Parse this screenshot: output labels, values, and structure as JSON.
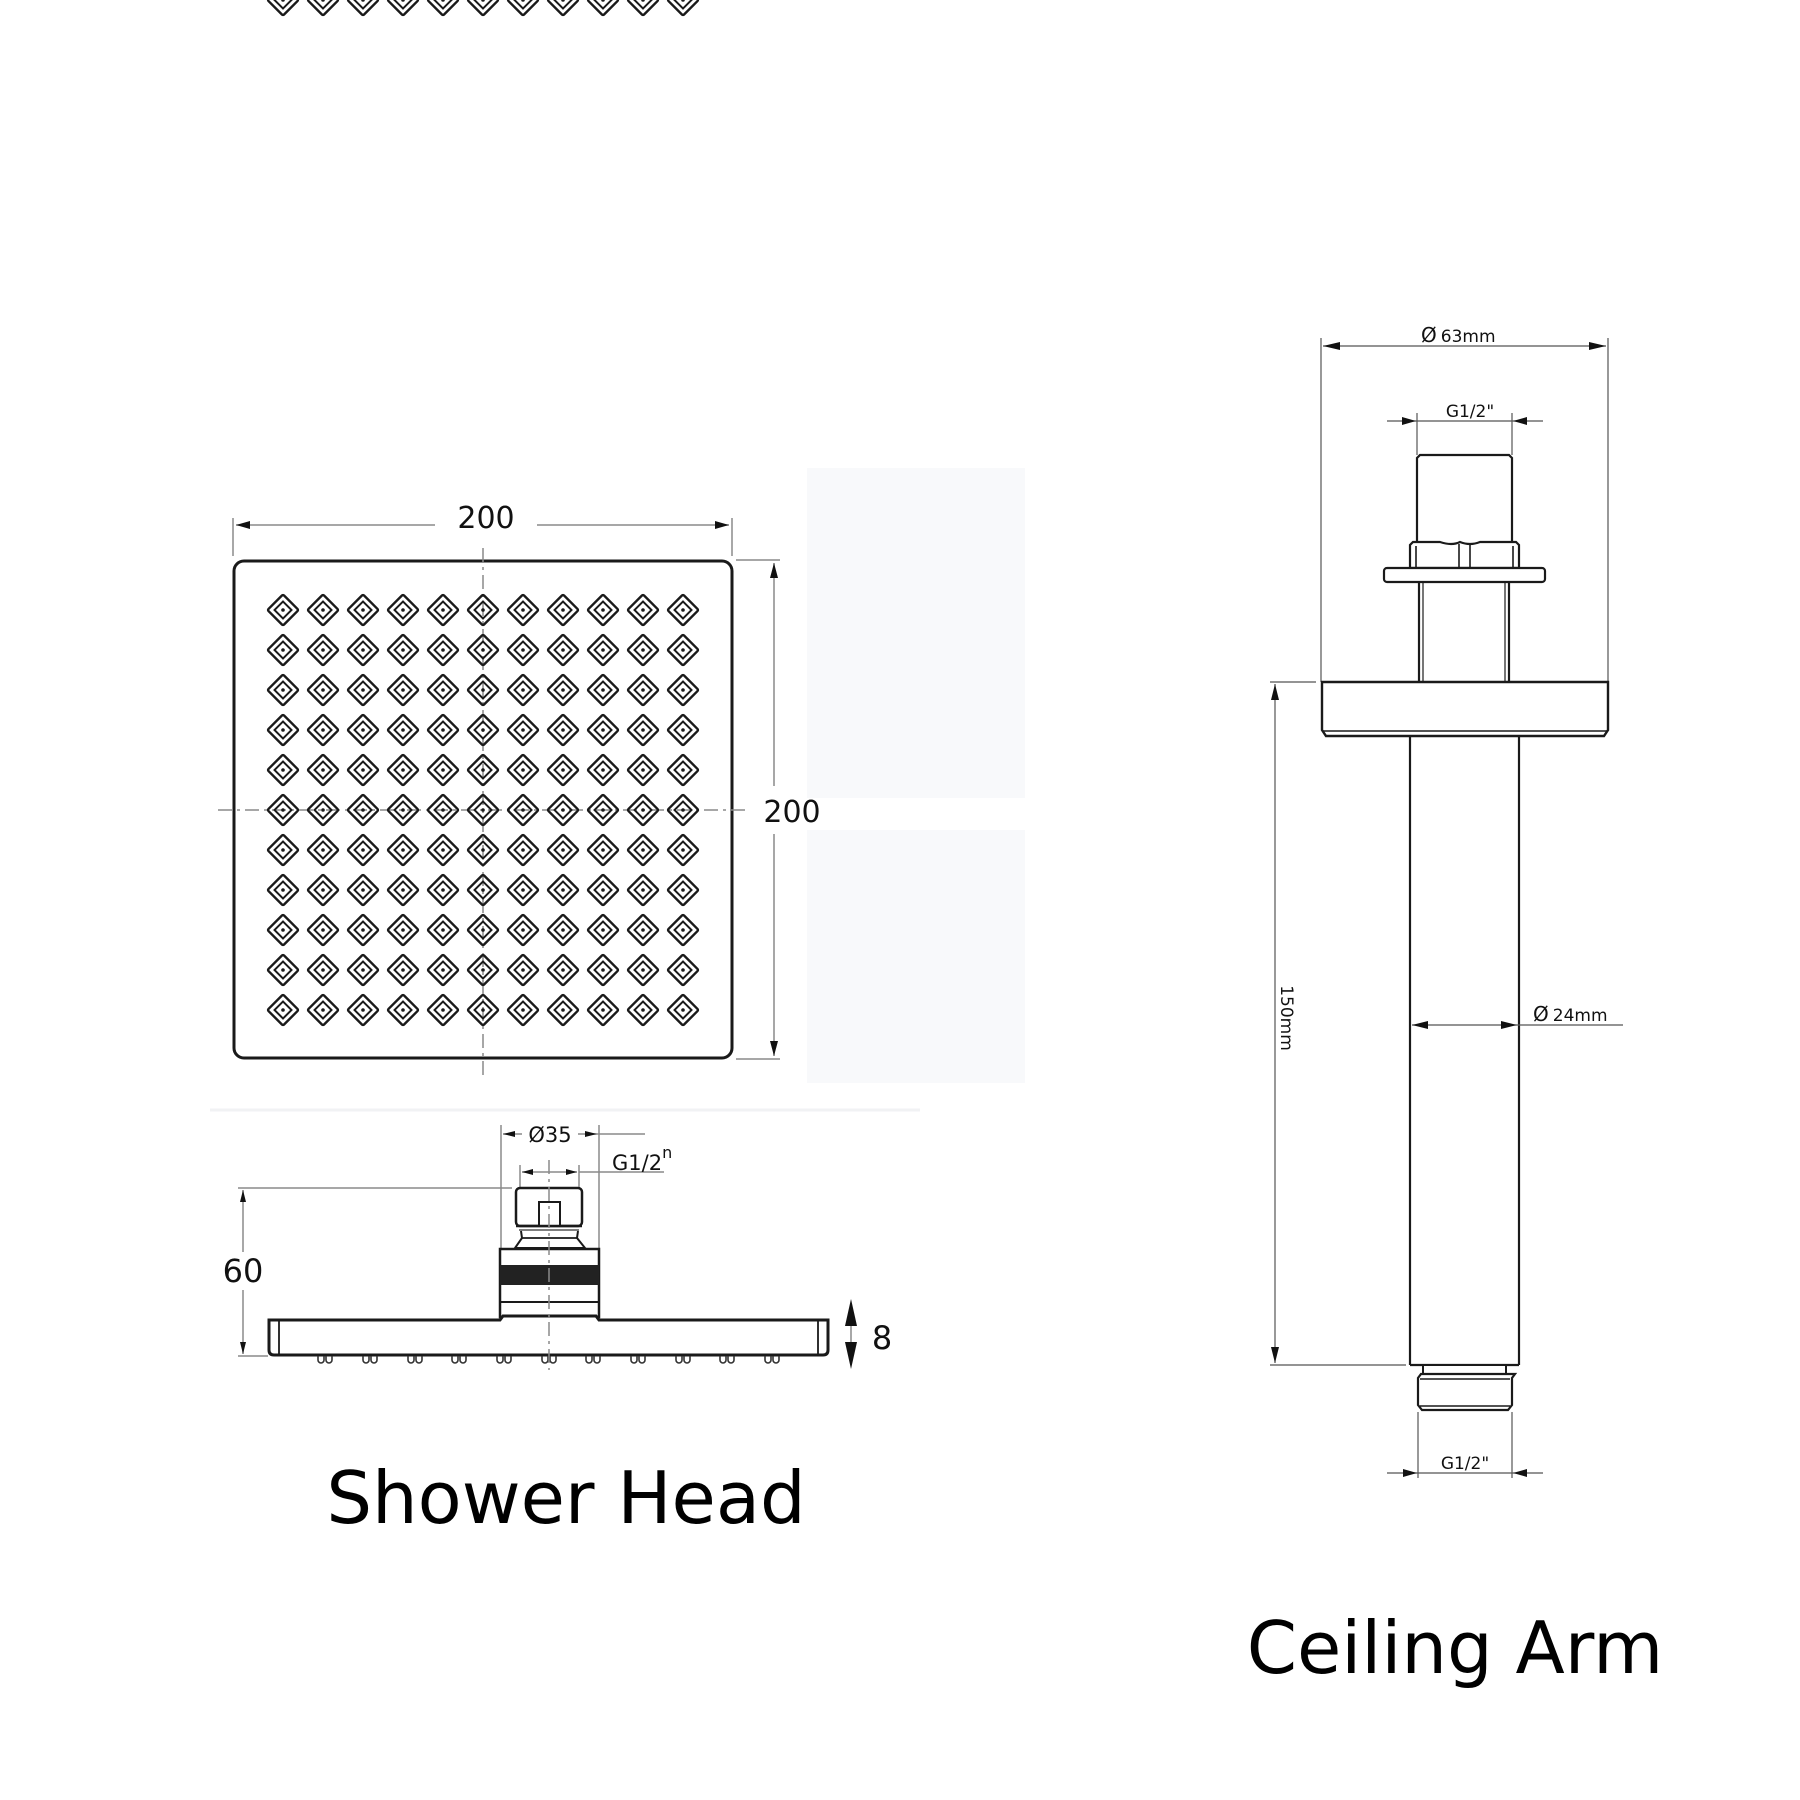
{
  "shower_head": {
    "title": "Shower Head",
    "top_view": {
      "width_label": "200",
      "height_label": "200",
      "nozzle_grid": {
        "rows": 11,
        "cols": 11
      }
    },
    "side_view": {
      "diameter_label": "Ø35",
      "thread_label": "G1/2",
      "thread_suffix": "n",
      "height_label": "60",
      "plate_thickness_label": "8"
    }
  },
  "ceiling_arm": {
    "title": "Ceiling Arm",
    "flange_diameter_label": "63mm",
    "top_thread_label": "G1/2\"",
    "length_label": "150mm",
    "tube_diameter_label": "24mm",
    "bottom_thread_label": "G1/2\"",
    "diameter_symbol": "Ø"
  },
  "colors": {
    "line": "#1a1a1a",
    "dimension_line": "#8a8a8a",
    "background": "#ffffff",
    "faint_panel": "#f8f9fb"
  }
}
